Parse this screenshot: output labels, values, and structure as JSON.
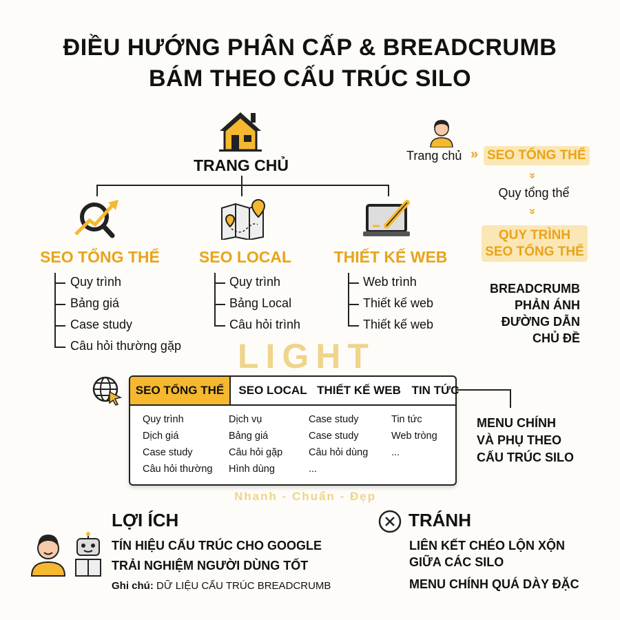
{
  "title": {
    "line1": "ĐIỀU HƯỚNG PHÂN CẤP & BREADCRUMB",
    "line2": "BÁM THEO CẤU TRÚC SILO"
  },
  "watermark": {
    "brand": "LIGHT",
    "slogan": "Nhanh - Chuẩn - Đẹp"
  },
  "colors": {
    "accent": "#F5B82E",
    "accent_text": "#E9A31A",
    "background": "#FDFCF8",
    "highlight_bg": "#FBE7B5"
  },
  "hierarchy": {
    "root": {
      "label": "TRANG CHỦ",
      "icon": "house-icon"
    },
    "categories": [
      {
        "label": "SEO TỔNG THỂ",
        "icon": "magnifier-chart-icon",
        "items": [
          "Quy trình",
          "Bảng giá",
          "Case study",
          "Câu hỏi thường gặp"
        ]
      },
      {
        "label": "SEO LOCAL",
        "icon": "map-pin-icon",
        "items": [
          "Quy trình",
          "Bảng Local",
          "Câu hỏi trình"
        ]
      },
      {
        "label": "THIẾT KẾ WEB",
        "icon": "laptop-pen-icon",
        "items": [
          "Web trình",
          "Thiết kế web",
          "Thiết kế web"
        ]
      }
    ]
  },
  "breadcrumb": {
    "home": "Trang chủ",
    "separator": "»",
    "level1": "SEO TỔNG THỂ",
    "level2": "Quy tổng thể",
    "level3_line1": "QUY TRÌNH",
    "level3_line2": "SEO TỔNG THỂ",
    "caption": [
      "BREADCRUMB",
      "PHẢN ÁNH",
      "ĐƯỜNG DẪN",
      "CHỦ ĐỀ"
    ]
  },
  "menu": {
    "tabs": [
      {
        "label": "SEO TỔNG THỂ",
        "active": true,
        "items": [
          "Quy trình",
          "Dịch giá",
          "Case study",
          "Câu hỏi thường"
        ]
      },
      {
        "label": "SEO LOCAL",
        "active": false,
        "items": [
          "Dịch vụ",
          "Bảng giá",
          "Câu hỏi gặp",
          "Hình dùng"
        ]
      },
      {
        "label": "THIẾT KẾ WEB",
        "active": false,
        "items": [
          "Case study",
          "Case study",
          "Câu hỏi dùng",
          "..."
        ]
      },
      {
        "label": "TIN TỨC",
        "active": false,
        "items": [
          "Tin tức",
          "Web tròng",
          "..."
        ]
      }
    ],
    "caption": [
      "MENU CHÍNH",
      "VÀ PHỤ THEO",
      "CẤU TRÚC SILO"
    ]
  },
  "benefits": {
    "heading": "LỢI ÍCH",
    "items": [
      "TÍN HIỆU CẤU TRÚC CHO GOOGLE",
      "TRẢI NGHIỆM NGƯỜI DÙNG TỐT"
    ],
    "note_label": "Ghi chú:",
    "note_text": "DỮ LIỆU CẤU TRÚC BREADCRUMB"
  },
  "avoid": {
    "heading": "TRÁNH",
    "items": [
      "LIÊN KẾT CHÉO LỘN XỘN",
      "GIỮA CÁC SILO",
      "MENU CHÍNH QUÁ DÀY ĐẶC"
    ]
  }
}
